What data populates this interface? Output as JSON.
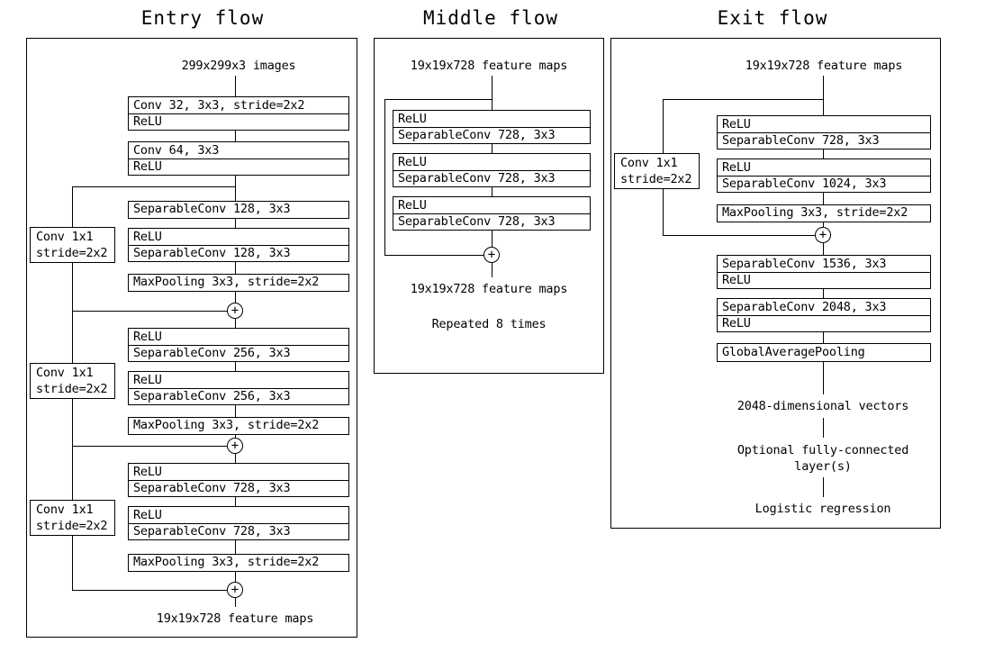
{
  "figure": {
    "kind": "neural-network-architecture-diagram",
    "panels": [
      {
        "id": "entry",
        "title": "Entry flow",
        "input_caption": "299x299x3 images",
        "output_caption": "19x19x728 feature maps",
        "boxes": {
          "conv32": "Conv 32, 3x3, stride=2x2",
          "relu_a": "ReLU",
          "conv64": "Conv 64, 3x3",
          "relu_b": "ReLU",
          "sepconv128_a": "SeparableConv 128, 3x3",
          "relu_c": "ReLU",
          "sepconv128_b": "SeparableConv 128, 3x3",
          "maxpool_1": "MaxPooling 3x3, stride=2x2",
          "relu_d": "ReLU",
          "sepconv256_a": "SeparableConv 256, 3x3",
          "relu_e": "ReLU",
          "sepconv256_b": "SeparableConv 256, 3x3",
          "maxpool_2": "MaxPooling 3x3, stride=2x2",
          "relu_f": "ReLU",
          "sepconv728_a": "SeparableConv 728, 3x3",
          "relu_g": "ReLU",
          "sepconv728_b": "SeparableConv 728, 3x3",
          "maxpool_3": "MaxPooling 3x3, stride=2x2"
        },
        "residuals": [
          {
            "line1": "Conv 1x1",
            "line2": "stride=2x2"
          },
          {
            "line1": "Conv 1x1",
            "line2": "stride=2x2"
          },
          {
            "line1": "Conv 1x1",
            "line2": "stride=2x2"
          }
        ],
        "merge_symbol": "+"
      },
      {
        "id": "middle",
        "title": "Middle flow",
        "input_caption": "19x19x728 feature maps",
        "output_caption": "19x19x728 feature maps",
        "repeat_note": "Repeated 8 times",
        "boxes": {
          "relu_a": "ReLU",
          "sepconv_a": "SeparableConv 728, 3x3",
          "relu_b": "ReLU",
          "sepconv_b": "SeparableConv 728, 3x3",
          "relu_c": "ReLU",
          "sepconv_c": "SeparableConv 728, 3x3"
        },
        "merge_symbol": "+"
      },
      {
        "id": "exit",
        "title": "Exit flow",
        "input_caption": "19x19x728 feature maps",
        "vector_caption": "2048-dimensional vectors",
        "fc_caption": "Optional fully-connected\nlayer(s)",
        "fc_caption_line1": "Optional fully-connected",
        "fc_caption_line2": "layer(s)",
        "final_caption": "Logistic regression",
        "boxes": {
          "relu_a": "ReLU",
          "sepconv728": "SeparableConv 728, 3x3",
          "relu_b": "ReLU",
          "sepconv1024": "SeparableConv 1024, 3x3",
          "maxpool": "MaxPooling 3x3, stride=2x2",
          "sepconv1536": "SeparableConv 1536, 3x3",
          "relu_c": "ReLU",
          "sepconv2048": "SeparableConv 2048, 3x3",
          "relu_d": "ReLU",
          "gap": "GlobalAveragePooling"
        },
        "residual": {
          "line1": "Conv 1x1",
          "line2": "stride=2x2"
        },
        "merge_symbol": "+"
      }
    ]
  }
}
